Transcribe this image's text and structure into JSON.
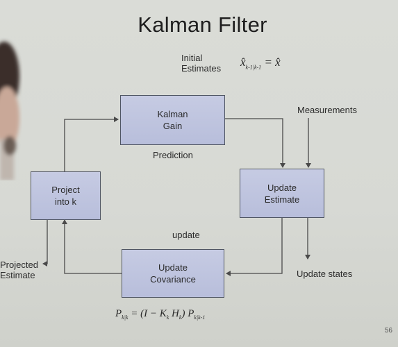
{
  "title": "Kalman Filter",
  "initial_estimates_label": "Initial\nEstimates",
  "nodes": {
    "kalman_gain": "Kalman\nGain",
    "project_into_k": "Project\ninto k",
    "update_estimate": "Update\nEstimate",
    "update_covariance": "Update\nCovariance"
  },
  "labels": {
    "measurements": "Measurements",
    "prediction": "Prediction",
    "update": "update",
    "projected_estimate": "Projected\nEstimate",
    "update_states": "Update states"
  },
  "equations": {
    "initial_lhs_base": "x̂",
    "initial_lhs_sub": "k-1|k-1",
    "initial_rhs": "= x̂",
    "covariance": "P_k|k = (I − K_k H_k) P_k|k-1"
  },
  "slide_number": "56",
  "colors": {
    "box_fill": "#bcc2de",
    "box_border": "#4f5563",
    "arrow": "#4a4a4a",
    "background": "#d9dbd6"
  }
}
